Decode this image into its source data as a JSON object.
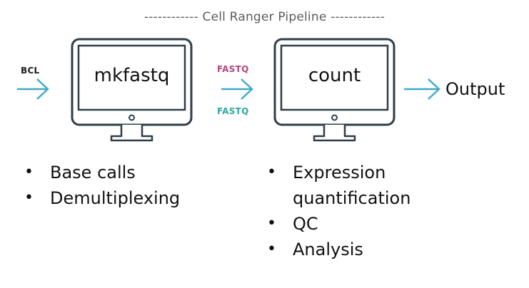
{
  "header": "------------ Cell Ranger Pipeline ------------",
  "input_label": "BCL",
  "stage1": {
    "name": "mkfastq",
    "bullets": [
      "Base calls",
      "Demultiplexing"
    ]
  },
  "connector": {
    "label_top": "FASTQ",
    "label_bottom": "FASTQ"
  },
  "stage2": {
    "name": "count",
    "bullets": [
      "Expression quantification",
      "QC",
      "Analysis"
    ],
    "bullet_lines": [
      "Expression",
      "quantification"
    ]
  },
  "output_label": "Output",
  "colors": {
    "arrow": "#3fa9c8",
    "monitor_stroke": "#2f3e48",
    "fastq_top": "#b0467d",
    "fastq_bottom": "#2ea7a0"
  },
  "icons": [
    "monitor-icon",
    "arrow-right-icon"
  ]
}
